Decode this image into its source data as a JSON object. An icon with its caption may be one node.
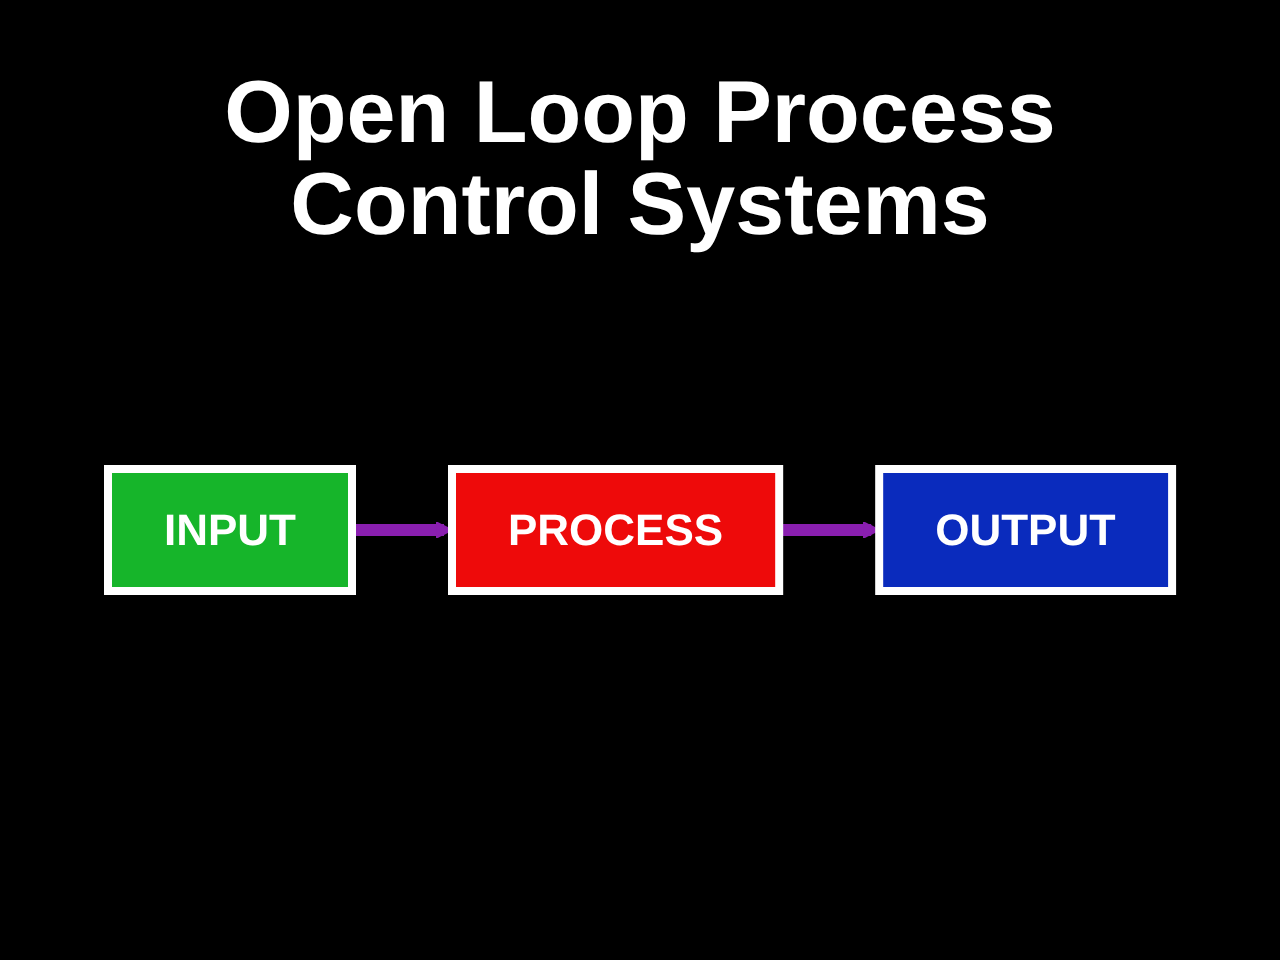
{
  "diagram": {
    "title": "Open Loop Process Control Systems",
    "nodes": [
      {
        "text": [
          "INPUT"
        ]
      },
      {
        "text": [
          "PROCESS"
        ]
      },
      {
        "text": [
          "OUTPUT"
        ]
      }
    ],
    "edges": [
      {
        "from": 0,
        "to": 1,
        "arrow": "to"
      },
      {
        "from": 1,
        "to": 2,
        "arrow": "to"
      }
    ]
  }
}
